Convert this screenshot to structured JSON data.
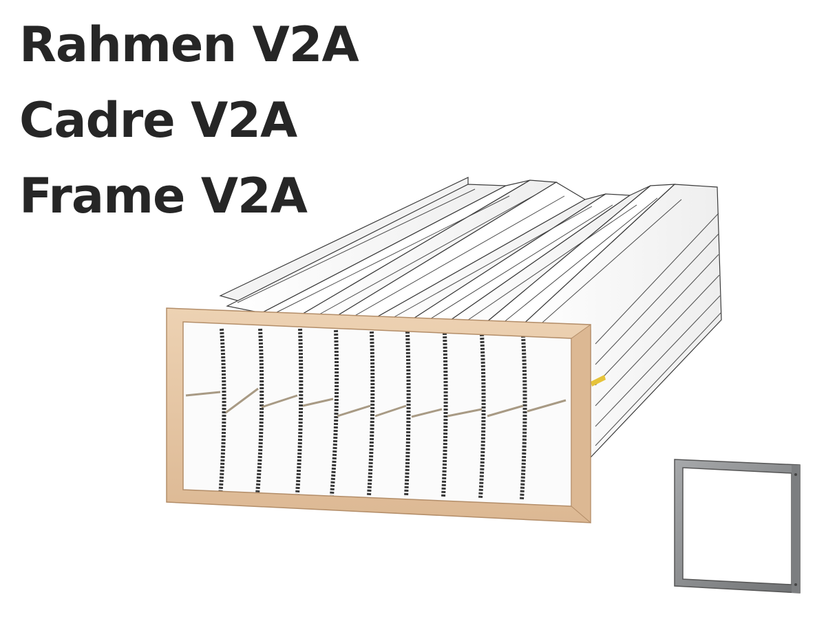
{
  "headline": {
    "lines": [
      "Rahmen V2A",
      "Cadre V2A",
      "Frame V2A"
    ]
  },
  "image": {
    "main_product": "bag-filter-with-wooden-frame",
    "inset": "stainless-steel-frame",
    "colors": {
      "text": "#262626",
      "wood": "#e8c9a7",
      "wood_shadow": "#c9a37f",
      "filter_media": "#ffffff",
      "seam": "#3a3a3a",
      "steel": "#8a8c8e"
    }
  }
}
